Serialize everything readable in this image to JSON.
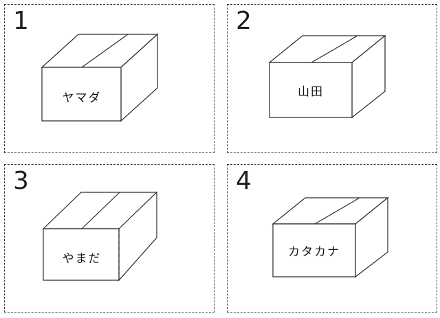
{
  "colors": {
    "background": "#ffffff",
    "line": "#2a2a2a"
  },
  "panels": [
    {
      "number": "1",
      "box_label": "ヤマダ"
    },
    {
      "number": "2",
      "box_label": "山田"
    },
    {
      "number": "3",
      "box_label": "やまだ"
    },
    {
      "number": "4",
      "box_label": "カタカナ"
    }
  ]
}
